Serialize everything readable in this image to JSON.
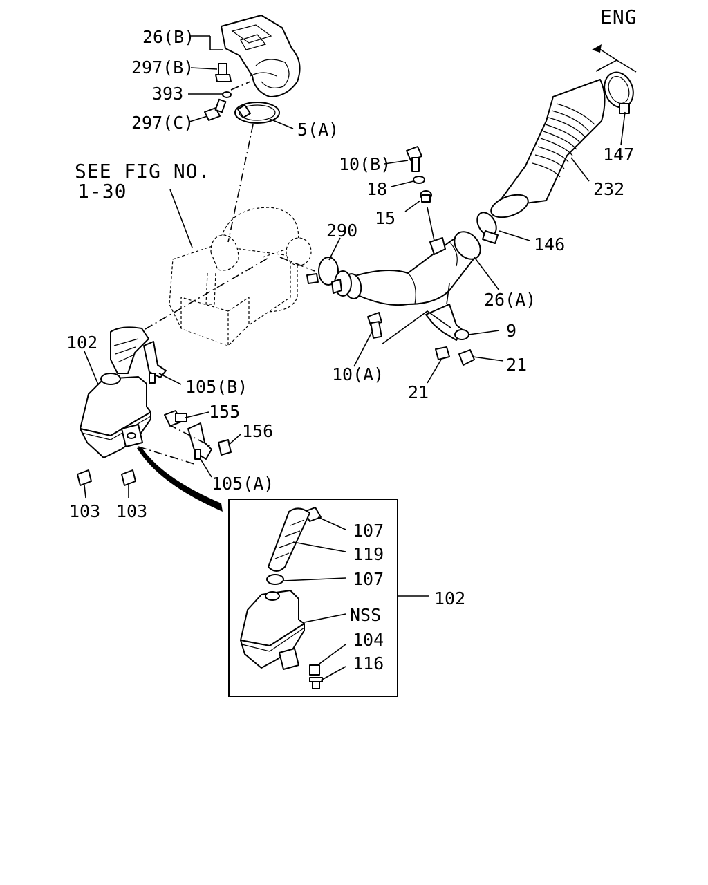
{
  "direction_label": "ENG",
  "see_fig": {
    "line1": "SEE FIG NO.",
    "line2": "1-30"
  },
  "callouts": {
    "c26b": "26(B)",
    "c297b": "297(B)",
    "c393": "393",
    "c297c": "297(C)",
    "c5a": "5(A)",
    "c10b": "10(B)",
    "c18": "18",
    "c15": "15",
    "c290": "290",
    "c147": "147",
    "c232": "232",
    "c146": "146",
    "c26a": "26(A)",
    "c9": "9",
    "c21a": "21",
    "c21b": "21",
    "c10a": "10(A)",
    "c102": "102",
    "c105b": "105(B)",
    "c155": "155",
    "c156": "156",
    "c105a": "105(A)",
    "c103a": "103",
    "c103b": "103"
  },
  "detail_box": {
    "outer_label": "102",
    "labels": {
      "d107a": "107",
      "d119": "119",
      "d107b": "107",
      "dnss": "NSS",
      "d104": "104",
      "d116": "116"
    }
  }
}
